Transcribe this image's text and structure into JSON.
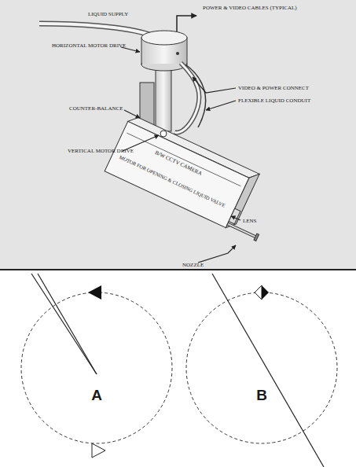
{
  "diagram": {
    "labels": [
      "LIQUID SUPPLY",
      "POWER & VIDEO CABLES (TYPICAL)",
      "HORIZONTAL MOTOR DRIVE",
      "VIDEO & POWER CONNECT",
      "FLEXIBLE LIQUID CONDUIT",
      "COUNTER-BALANCE",
      "VERTICAL MOTOR DRIVE",
      "B/W CCTV CAMERA",
      "MOTOR FOR OPENING & CLOSING LIQUID VALVE",
      "LENS",
      "NOZZLE",
      "A",
      "B"
    ]
  }
}
